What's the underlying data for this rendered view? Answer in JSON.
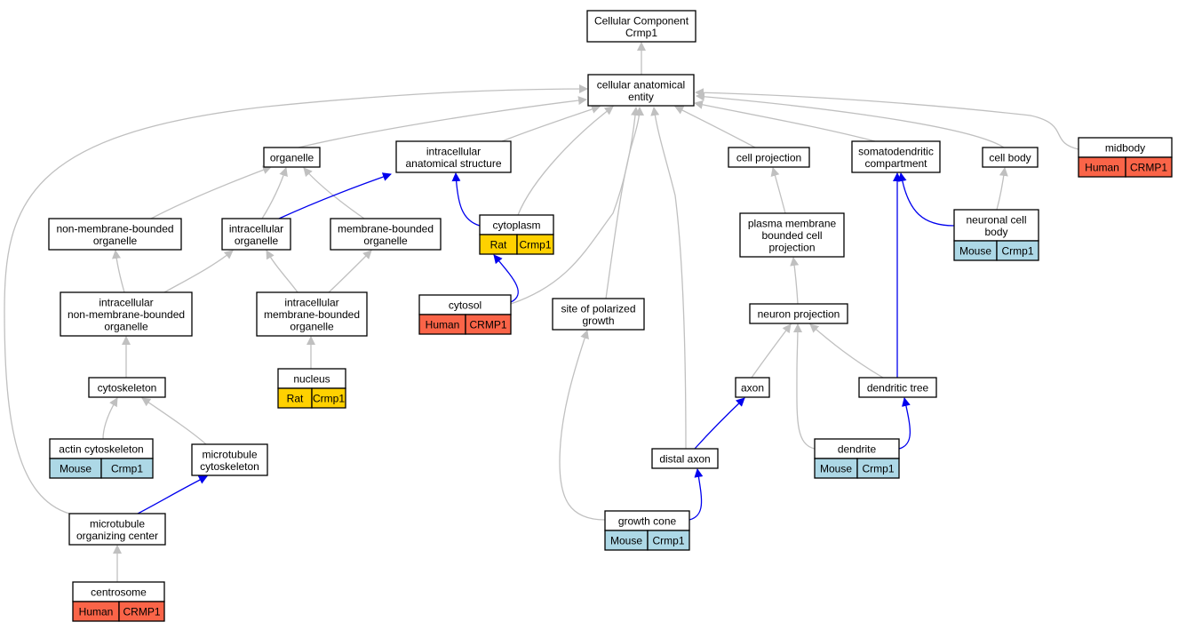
{
  "colors": {
    "edge_is_a": "#c0c0c0",
    "edge_part_of": "#0000ee",
    "species_human": "#fa6448",
    "species_rat": "#ffd100",
    "species_mouse": "#add8e6"
  },
  "nodes": {
    "root": {
      "lines": [
        "Cellular Component",
        "Crmp1"
      ]
    },
    "cae": {
      "lines": [
        "cellular anatomical",
        "entity"
      ]
    },
    "organelle": {
      "lines": [
        "organelle"
      ]
    },
    "ias": {
      "lines": [
        "intracellular",
        "anatomical structure"
      ]
    },
    "cellproj": {
      "lines": [
        "cell projection"
      ]
    },
    "somato": {
      "lines": [
        "somatodendritic",
        "compartment"
      ]
    },
    "cellbody": {
      "lines": [
        "cell body"
      ]
    },
    "midbody": {
      "lines": [
        "midbody"
      ],
      "species": "Human",
      "gene": "CRMP1",
      "color": "human"
    },
    "nonmem": {
      "lines": [
        "non-membrane-bounded",
        "organelle"
      ]
    },
    "intraorg": {
      "lines": [
        "intracellular",
        "organelle"
      ]
    },
    "membound": {
      "lines": [
        "membrane-bounded",
        "organelle"
      ]
    },
    "cytoplasm": {
      "lines": [
        "cytoplasm"
      ],
      "species": "Rat",
      "gene": "Crmp1",
      "color": "rat"
    },
    "pmbcp": {
      "lines": [
        "plasma membrane",
        "bounded cell",
        "projection"
      ]
    },
    "ncb": {
      "lines": [
        "neuronal cell",
        "body"
      ],
      "species": "Mouse",
      "gene": "Crmp1",
      "color": "mouse"
    },
    "inmbo": {
      "lines": [
        "intracellular",
        "non-membrane-bounded",
        "organelle"
      ]
    },
    "imbo": {
      "lines": [
        "intracellular",
        "membrane-bounded",
        "organelle"
      ]
    },
    "cytosol": {
      "lines": [
        "cytosol"
      ],
      "species": "Human",
      "gene": "CRMP1",
      "color": "human"
    },
    "spg": {
      "lines": [
        "site of polarized",
        "growth"
      ]
    },
    "neuronproj": {
      "lines": [
        "neuron projection"
      ]
    },
    "nucleus": {
      "lines": [
        "nucleus"
      ],
      "species": "Rat",
      "gene": "Crmp1",
      "color": "rat"
    },
    "cytoskeleton": {
      "lines": [
        "cytoskeleton"
      ]
    },
    "axon": {
      "lines": [
        "axon"
      ]
    },
    "dtree": {
      "lines": [
        "dendritic tree"
      ]
    },
    "actin": {
      "lines": [
        "actin cytoskeleton"
      ],
      "species": "Mouse",
      "gene": "Crmp1",
      "color": "mouse"
    },
    "mtcyto": {
      "lines": [
        "microtubule",
        "cytoskeleton"
      ]
    },
    "distalaxon": {
      "lines": [
        "distal axon"
      ]
    },
    "dendrite": {
      "lines": [
        "dendrite"
      ],
      "species": "Mouse",
      "gene": "Crmp1",
      "color": "mouse"
    },
    "mtoc": {
      "lines": [
        "microtubule",
        "organizing center"
      ]
    },
    "growthcone": {
      "lines": [
        "growth cone"
      ],
      "species": "Mouse",
      "gene": "Crmp1",
      "color": "mouse"
    },
    "centrosome": {
      "lines": [
        "centrosome"
      ],
      "species": "Human",
      "gene": "CRMP1",
      "color": "human"
    }
  },
  "edges": [
    {
      "from": "cae",
      "to": "root",
      "type": "is_a"
    },
    {
      "from": "organelle",
      "to": "cae",
      "type": "is_a"
    },
    {
      "from": "ias",
      "to": "cae",
      "type": "is_a"
    },
    {
      "from": "cytoplasm",
      "to": "cae",
      "type": "is_a"
    },
    {
      "from": "cytosol",
      "to": "cae",
      "type": "is_a"
    },
    {
      "from": "spg",
      "to": "cae",
      "type": "is_a"
    },
    {
      "from": "distalaxon",
      "to": "cae",
      "type": "is_a"
    },
    {
      "from": "cellproj",
      "to": "cae",
      "type": "is_a"
    },
    {
      "from": "somato",
      "to": "cae",
      "type": "is_a"
    },
    {
      "from": "cellbody",
      "to": "cae",
      "type": "is_a"
    },
    {
      "from": "midbody",
      "to": "cae",
      "type": "is_a"
    },
    {
      "from": "mtoc",
      "to": "cae",
      "type": "is_a"
    },
    {
      "from": "nonmem",
      "to": "organelle",
      "type": "is_a"
    },
    {
      "from": "intraorg",
      "to": "organelle",
      "type": "is_a"
    },
    {
      "from": "membound",
      "to": "organelle",
      "type": "is_a"
    },
    {
      "from": "intraorg",
      "to": "ias",
      "type": "part_of"
    },
    {
      "from": "cytoplasm",
      "to": "ias",
      "type": "part_of"
    },
    {
      "from": "inmbo",
      "to": "nonmem",
      "type": "is_a"
    },
    {
      "from": "inmbo",
      "to": "intraorg",
      "type": "is_a"
    },
    {
      "from": "imbo",
      "to": "intraorg",
      "type": "is_a"
    },
    {
      "from": "imbo",
      "to": "membound",
      "type": "is_a"
    },
    {
      "from": "cytosol",
      "to": "cytoplasm",
      "type": "part_of"
    },
    {
      "from": "pmbcp",
      "to": "cellproj",
      "type": "is_a"
    },
    {
      "from": "ncb",
      "to": "cellbody",
      "type": "is_a"
    },
    {
      "from": "ncb",
      "to": "somato",
      "type": "part_of"
    },
    {
      "from": "dtree",
      "to": "somato",
      "type": "part_of"
    },
    {
      "from": "neuronproj",
      "to": "pmbcp",
      "type": "is_a"
    },
    {
      "from": "nucleus",
      "to": "imbo",
      "type": "is_a"
    },
    {
      "from": "cytoskeleton",
      "to": "inmbo",
      "type": "is_a"
    },
    {
      "from": "axon",
      "to": "neuronproj",
      "type": "is_a"
    },
    {
      "from": "dtree",
      "to": "neuronproj",
      "type": "is_a"
    },
    {
      "from": "dendrite",
      "to": "neuronproj",
      "type": "is_a"
    },
    {
      "from": "actin",
      "to": "cytoskeleton",
      "type": "is_a"
    },
    {
      "from": "mtcyto",
      "to": "cytoskeleton",
      "type": "is_a"
    },
    {
      "from": "distalaxon",
      "to": "axon",
      "type": "part_of"
    },
    {
      "from": "dendrite",
      "to": "dtree",
      "type": "part_of"
    },
    {
      "from": "mtoc",
      "to": "mtcyto",
      "type": "part_of"
    },
    {
      "from": "growthcone",
      "to": "spg",
      "type": "is_a"
    },
    {
      "from": "growthcone",
      "to": "distalaxon",
      "type": "part_of"
    },
    {
      "from": "centrosome",
      "to": "mtoc",
      "type": "is_a"
    }
  ]
}
